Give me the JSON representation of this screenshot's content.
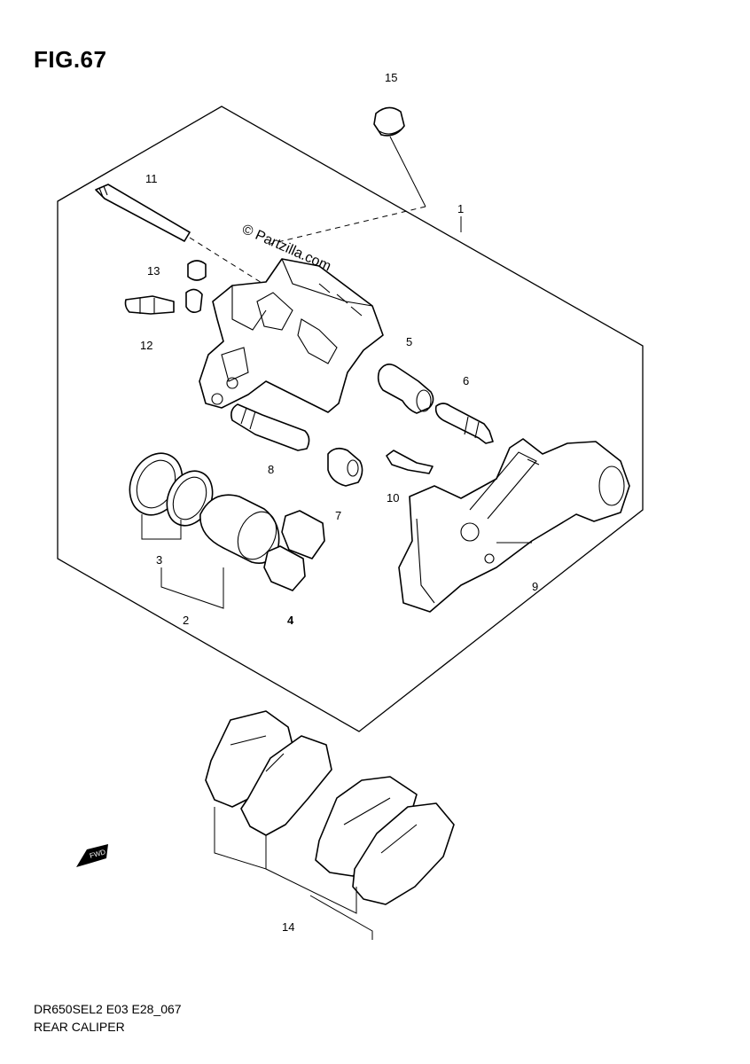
{
  "figure": {
    "title": "FIG.67",
    "code": "DR650SEL2 E03 E28_067",
    "name": "REAR CALIPER"
  },
  "watermark": "© Partzilla.com",
  "direction_tag": "FWD",
  "callouts": [
    {
      "id": "c15",
      "label": "15"
    },
    {
      "id": "c1",
      "label": "1"
    },
    {
      "id": "c11",
      "label": "11"
    },
    {
      "id": "c13",
      "label": "13"
    },
    {
      "id": "c12",
      "label": "12"
    },
    {
      "id": "c5",
      "label": "5"
    },
    {
      "id": "c6",
      "label": "6"
    },
    {
      "id": "c8",
      "label": "8"
    },
    {
      "id": "c7",
      "label": "7"
    },
    {
      "id": "c10",
      "label": "10"
    },
    {
      "id": "c9",
      "label": "9"
    },
    {
      "id": "c3",
      "label": "3"
    },
    {
      "id": "c2",
      "label": "2"
    },
    {
      "id": "c4",
      "label": "4"
    },
    {
      "id": "c14",
      "label": "14"
    }
  ]
}
